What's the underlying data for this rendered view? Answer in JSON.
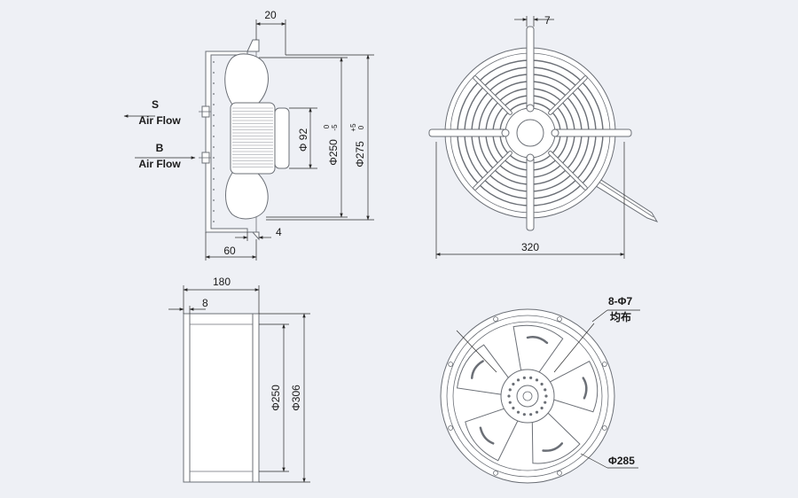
{
  "side_view": {
    "flange_depth": "20",
    "mount_depth": "60",
    "flange_thickness": "4",
    "hub_diameter": "Φ 92",
    "inner_diameter": "Φ250",
    "inner_tol_upper": "0",
    "inner_tol_lower": "-5",
    "outer_diameter": "Φ275",
    "outer_tol_upper": "+5",
    "outer_tol_lower": "0",
    "airflow_s_letter": "S",
    "airflow_s_text": "Air Flow",
    "airflow_b_letter": "B",
    "airflow_b_text": "Air Flow"
  },
  "front_view": {
    "slot_width": "7",
    "overall_width": "320"
  },
  "housing_view": {
    "length": "180",
    "flange_width": "8",
    "inner_diameter": "Φ250",
    "outer_diameter": "Φ306"
  },
  "rear_view": {
    "holes": "8-Φ7",
    "holes_note": "均布",
    "pcd": "Φ285"
  }
}
